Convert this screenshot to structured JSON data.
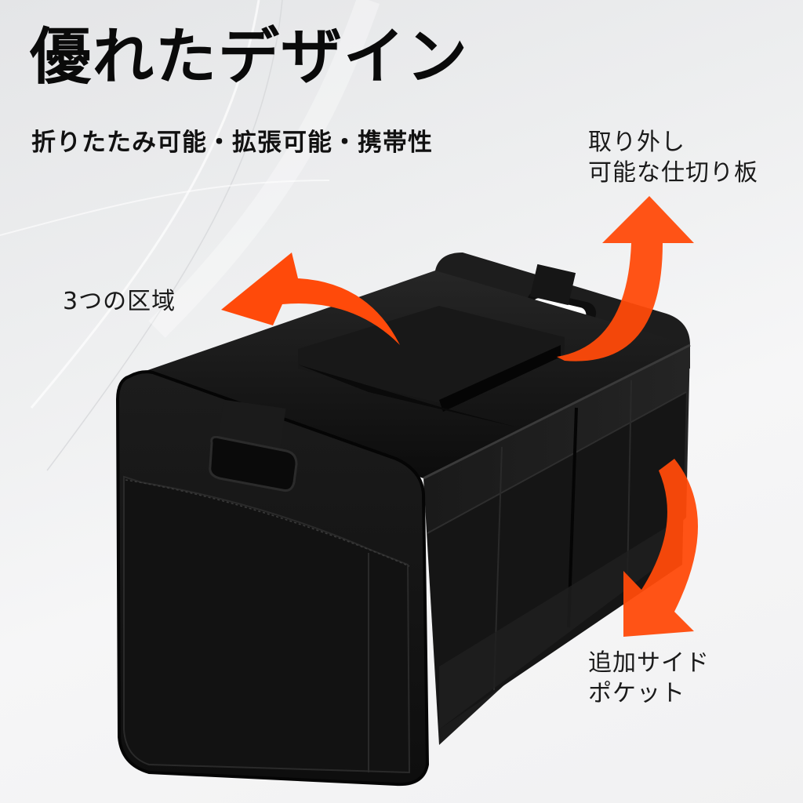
{
  "headline": {
    "title": "優れたデザイン",
    "subtitle": "折りたたみ可能・拡張可能・携帯性"
  },
  "callouts": [
    {
      "id": "zones",
      "lines": [
        "3つの区域"
      ]
    },
    {
      "id": "divider",
      "lines": [
        "取り外し",
        "可能な仕切り板"
      ]
    },
    {
      "id": "pockets",
      "lines": [
        "追加サイド",
        "ポケット"
      ]
    }
  ],
  "product": {
    "name": "foldable trunk organizer",
    "color": "#141414"
  },
  "colors": {
    "arrow": "#ff4a0a",
    "arrow_dark": "#e33e05",
    "text": "#111111"
  }
}
